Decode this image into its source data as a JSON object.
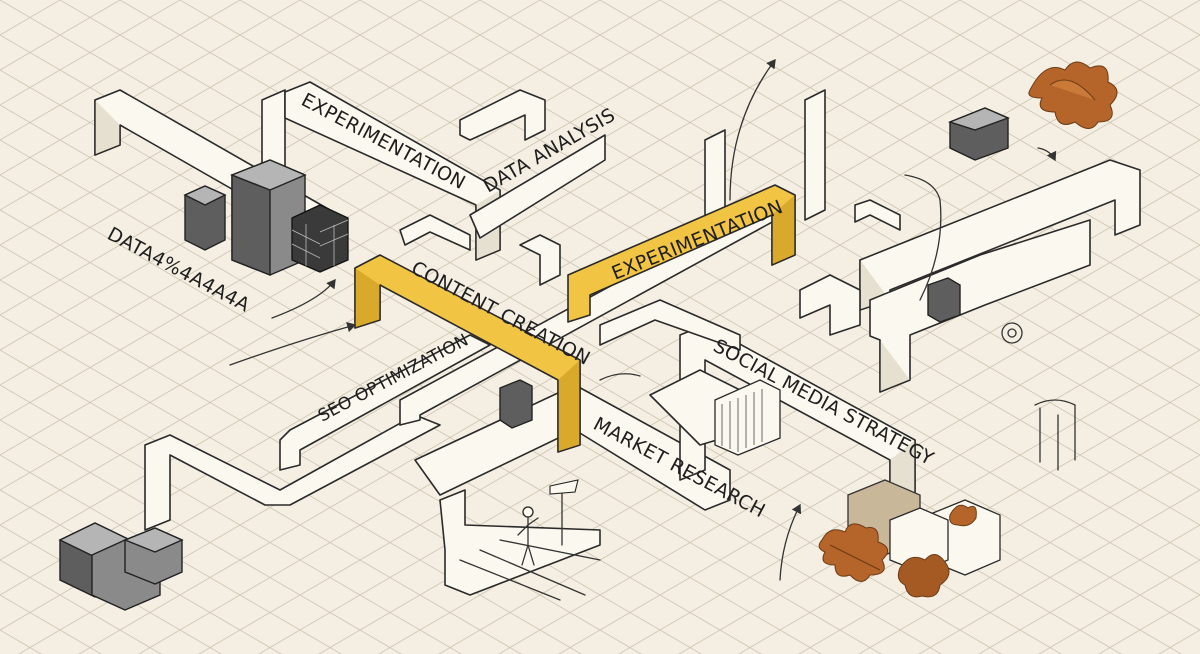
{
  "diagram": {
    "labels": {
      "experimentation_top": "EXPERIMENTATION",
      "data_analysis": "DATA ANALYSIS",
      "data_garbled": "DATA4%4A4A4A",
      "experimentation_yellow": "EXPERIMENTATION",
      "content_creation": "CONTENT CREATION",
      "seo_optimization": "SEO OPTIMIZATION",
      "social_media_strategy": "SOCIAL MEDIA STRATEGY",
      "market_research": "MARKET RESEARCH"
    },
    "colors": {
      "background": "#f4efe2",
      "highlight": "#f2c443",
      "ink": "#2a2a2a",
      "leaf": "#b5652a"
    },
    "icons": [
      "oak-leaf-icon",
      "person-figure-icon",
      "signpost-icon",
      "arrow-icon"
    ]
  }
}
